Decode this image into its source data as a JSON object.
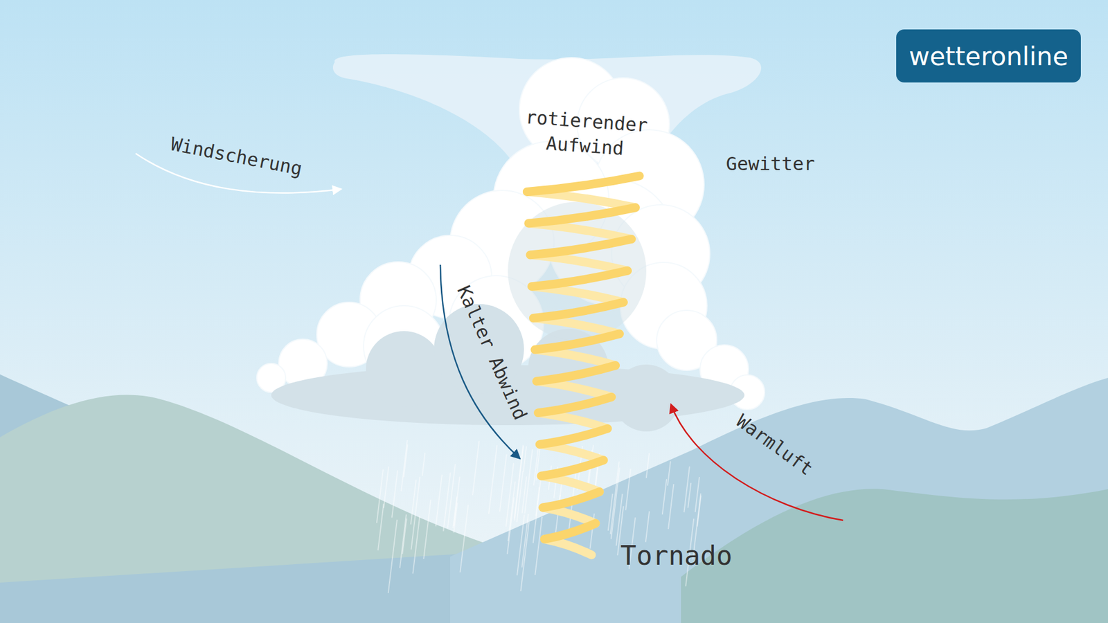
{
  "diagram": {
    "nodes": [
      {
        "text": [
          "wetteronline"
        ]
      }
    ],
    "labels": [
      "Windscherung",
      "rotierender Aufwind",
      "Gewitter",
      "Kalter Abwind",
      "Warmluft",
      "Tornado"
    ]
  }
}
